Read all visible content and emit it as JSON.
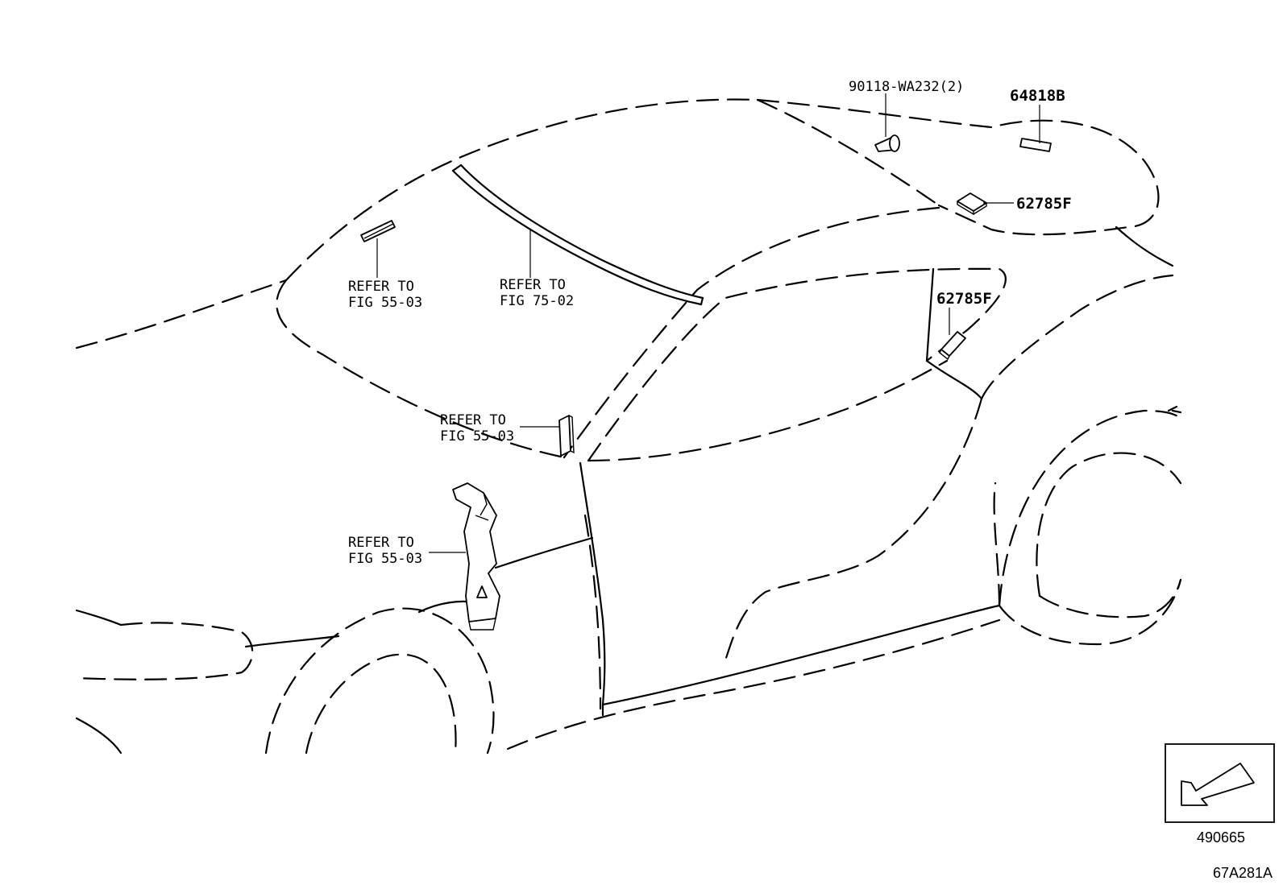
{
  "callouts": {
    "clip_90118": "90118-WA232(2)",
    "part_64818b": "64818B",
    "part_62785f_upper": "62785F",
    "part_62785f_lower": "62785F"
  },
  "refs": {
    "roof_front": {
      "line1": "REFER TO",
      "line2": "FIG 55-03"
    },
    "windshield_molding": {
      "line1": "REFER TO",
      "line2": "FIG 75-02"
    },
    "pillar_lower": {
      "line1": "REFER TO",
      "line2": "FIG 55-03"
    },
    "fender_bracket": {
      "line1": "REFER TO",
      "line2": "FIG 55-03"
    }
  },
  "view_box": {
    "code": "490665"
  },
  "figure_code": "67A281A"
}
